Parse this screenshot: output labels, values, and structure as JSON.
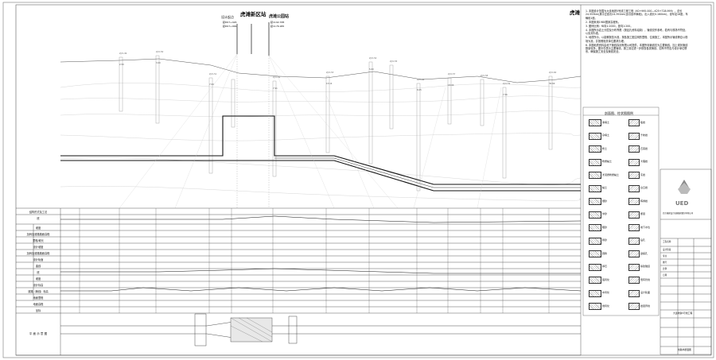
{
  "stations": {
    "huwan_xinqu": "虎滩新区站",
    "huwan_gongyuan": "虎滩公园站",
    "huwan_right": "虎滩",
    "design_start": "设计起点",
    "start_mileage_1": "起DK7+426",
    "start_mileage_2": "起DK7+999",
    "mid_mileage_1": "起1192.338",
    "mid_mileage_2": "起1176.965"
  },
  "notes": [
    "1. 本图设计范围为大连地铁5号线工程工程（K0+995.000—K25+728.999），总长24.553km(其中正线长24.391km(含引线车辆段)，出入线长0.160km)，设车站18座，车辆段1座。",
    "2. 本图采用1980国家高程系。",
    "3. 图例比例：纵向1:2000，竖向1:200。",
    "4. 本图所示岩土分层及分布界限（按钻孔资料绘制），管线仅作参考。若有与现场不符处，以实测为准。",
    "5. 地质所示，以勘察报告为准，按各施工图注明的里程、位置施工，本图所示管线等应以现场为准，并按照相关单位要求办理。",
    "6. 本图地质资料由地下管线探测有限公司提供，本图所标管线仅为主要管线，加上现状管线数量较多，图中仅表示主要管线，施工前应进一步核查各类管线，如有不符应与设计单位联系，确保施工安全及管线安全。"
  ],
  "legend": {
    "title": "剖面图、柱状图图例",
    "items_left": [
      "素填土",
      "杂填土",
      "粉土",
      "粉质黏土",
      "淤泥质粉质黏土",
      "黏土",
      "细砂",
      "中砂",
      "粗砂",
      "砾砂",
      "圆砾",
      "卵石",
      "强风化",
      "中风化",
      "微风化"
    ],
    "items_right": [
      "板岩",
      "千枚岩",
      "石英岩",
      "大理岩",
      "灰岩",
      "白云岩",
      "辉绿岩",
      "断层",
      "地下水位",
      "钻孔",
      "勘探孔",
      "拟建隧道",
      "既有管线",
      "设计轨面",
      "岩层界线"
    ]
  },
  "row_labels": [
    "结构形式及工法",
    "底",
    "坡度",
    "加码及道路路面高程",
    "里程/坡长",
    "设计坡度",
    "加码及道路路面高程",
    "设计轨面",
    "曲线",
    "底",
    "坡度",
    "设计标高",
    "道路（管线）标高",
    "地面里程",
    "地面高程",
    "坐标",
    "平 面 示 意 图"
  ],
  "title_block": {
    "company": "UED",
    "company_sub": "北京城建设计发展集团股份有限公司",
    "project": "大连地铁5号线工程",
    "drawing": "线路纵断面图",
    "rows": [
      "工程名称",
      "设计阶段",
      "专业",
      "图号",
      "比例",
      "日期"
    ]
  },
  "borehole_tags": [
    "ZJ-5-49",
    "ZJ-5-50",
    "ZJ-5-51",
    "ZJ-5-52",
    "ZJ-5-53",
    "ZJ-5-54",
    "ZJ-5-55",
    "ZJ-5-56",
    "ZJ-5-57",
    "ZJ-5-58",
    "ZJ-5-59",
    "ZJ-5-60"
  ],
  "profile_values": [
    "2.50",
    "3.00",
    "7.00",
    "7.91",
    "13.14",
    "5.00",
    "8.05",
    "18.00",
    "7.56",
    "30.69"
  ]
}
